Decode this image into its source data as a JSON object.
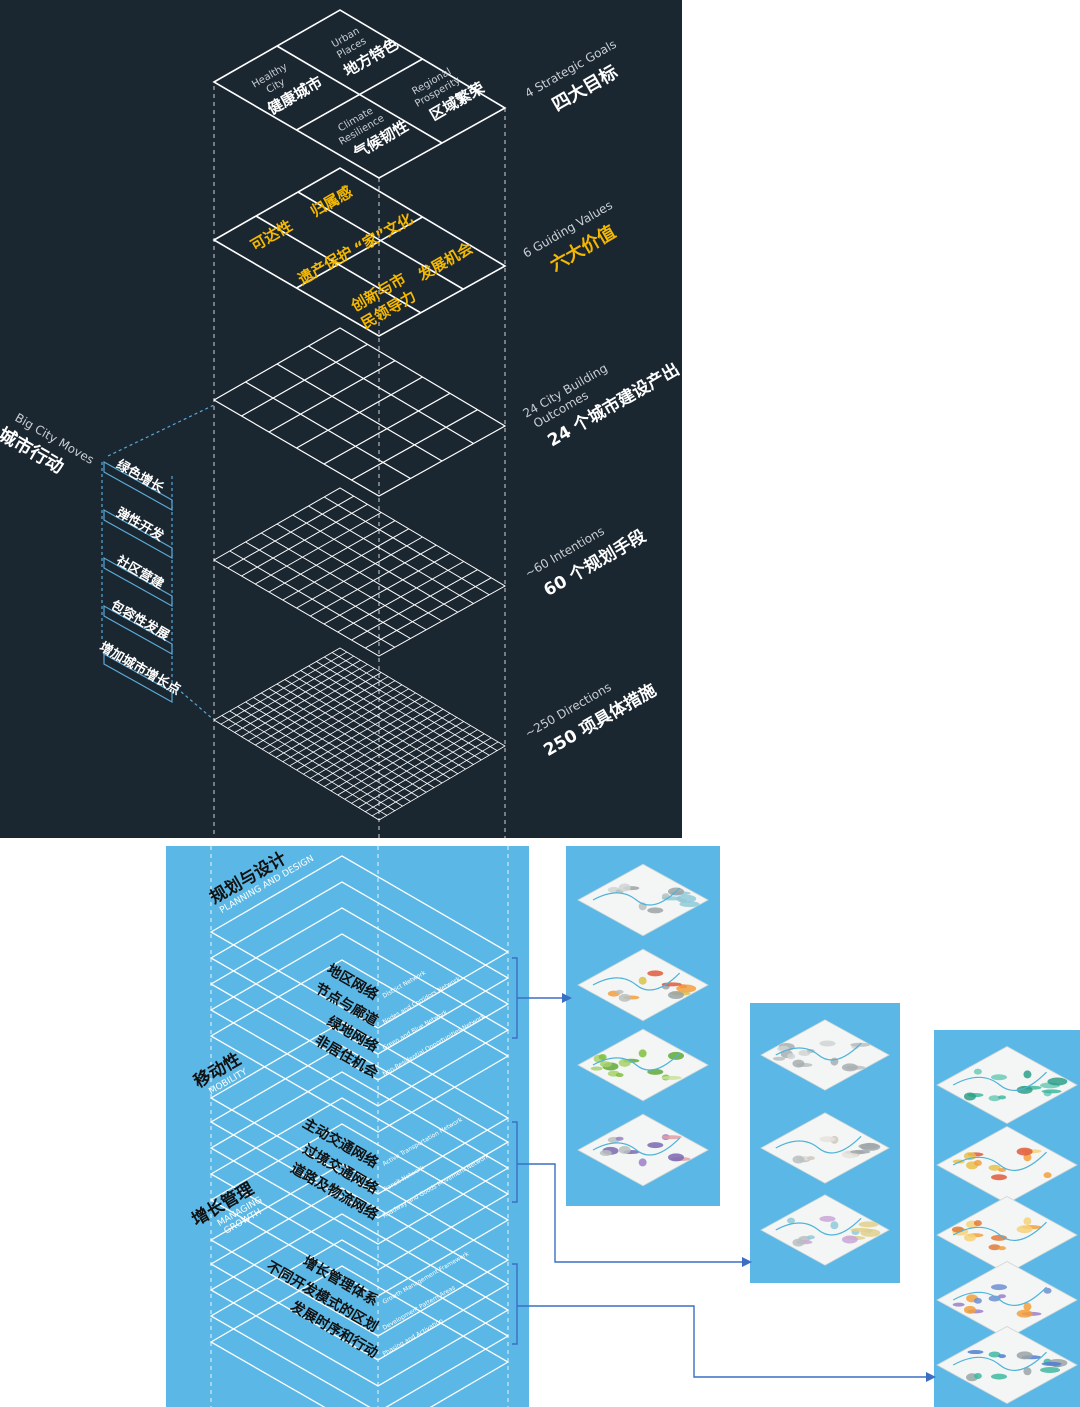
{
  "strategic_goals": {
    "label_en": "4 Strategic Goals",
    "label_zh": "四大目标",
    "cells": [
      {
        "en": [
          "Healthy",
          "City"
        ],
        "zh": "健康城市"
      },
      {
        "en": [
          "Urban",
          "Places"
        ],
        "zh": "地方特色"
      },
      {
        "en": [
          "Climate",
          "Resilience"
        ],
        "zh": "气候韧性"
      },
      {
        "en": [
          "Regional",
          "Prosperity"
        ],
        "zh": "区域繁荣"
      }
    ]
  },
  "guiding_values": {
    "label_en": "6 Guiding Values",
    "label_zh": "六大价值",
    "cells": [
      {
        "lines": [
          "可达性"
        ]
      },
      {
        "lines": [
          "归属感"
        ]
      },
      {
        "lines": [
          "遗产保护"
        ]
      },
      {
        "lines": [
          "“家”文化"
        ]
      },
      {
        "lines": [
          "创新与市",
          "民领导力"
        ]
      },
      {
        "lines": [
          "发展机会"
        ]
      }
    ]
  },
  "building_outcomes": {
    "label_en_1": "24 City Building",
    "label_en_2": "Outcomes",
    "label_zh": "24 个城市建设产出"
  },
  "intentions": {
    "label_en": "~60 Intentions",
    "label_zh": "60 个规划手段"
  },
  "directions": {
    "label_en": "~250 Directions",
    "label_zh": "250 项具体措施"
  },
  "big_city_moves": {
    "label_en": "Big City Moves",
    "label_zh": "城市行动",
    "items": [
      "绿色增长",
      "弹性开发",
      "社区营建",
      "包容性发展",
      "增加城市增长点"
    ]
  },
  "sections": {
    "planning": {
      "zh": "规划与设计",
      "en": "PLANNING AND DESIGN"
    },
    "mobility": {
      "zh": "移动性",
      "en": "MOBILITY"
    },
    "growth": {
      "zh": "增长管理",
      "en": "MANAGING GROWTH"
    }
  },
  "planning_layers": [
    {
      "zh": "地区网络",
      "en": "District Network"
    },
    {
      "zh": "节点与廊道",
      "en": "Nodes and Corridors Network"
    },
    {
      "zh": "绿地网络",
      "en": "Green and Blue Network"
    },
    {
      "zh": "非居住机会",
      "en": "Non-Residential Opportunities Network"
    }
  ],
  "mobility_layers": [
    {
      "zh": "主动交通网络",
      "en": "Active Transportation Network"
    },
    {
      "zh": "过境交通网络",
      "en": "Transit Network"
    },
    {
      "zh": "道路及物流网络",
      "en": "Roadway and Goods Movement Network"
    }
  ],
  "growth_layers": [
    {
      "zh": "增长管理体系",
      "en": "Growth Management Framework"
    },
    {
      "zh": "不同开发模式的区划",
      "en": "Development Pattern Areas"
    },
    {
      "zh": "发展时序和行动",
      "en": "Phasing and Activation"
    }
  ],
  "colors": {
    "dark_bg": "#1a2630",
    "blue_bg": "#5bb8e6",
    "accent_yellow": "#f5b800",
    "connector_blue": "#3a6fc4"
  }
}
